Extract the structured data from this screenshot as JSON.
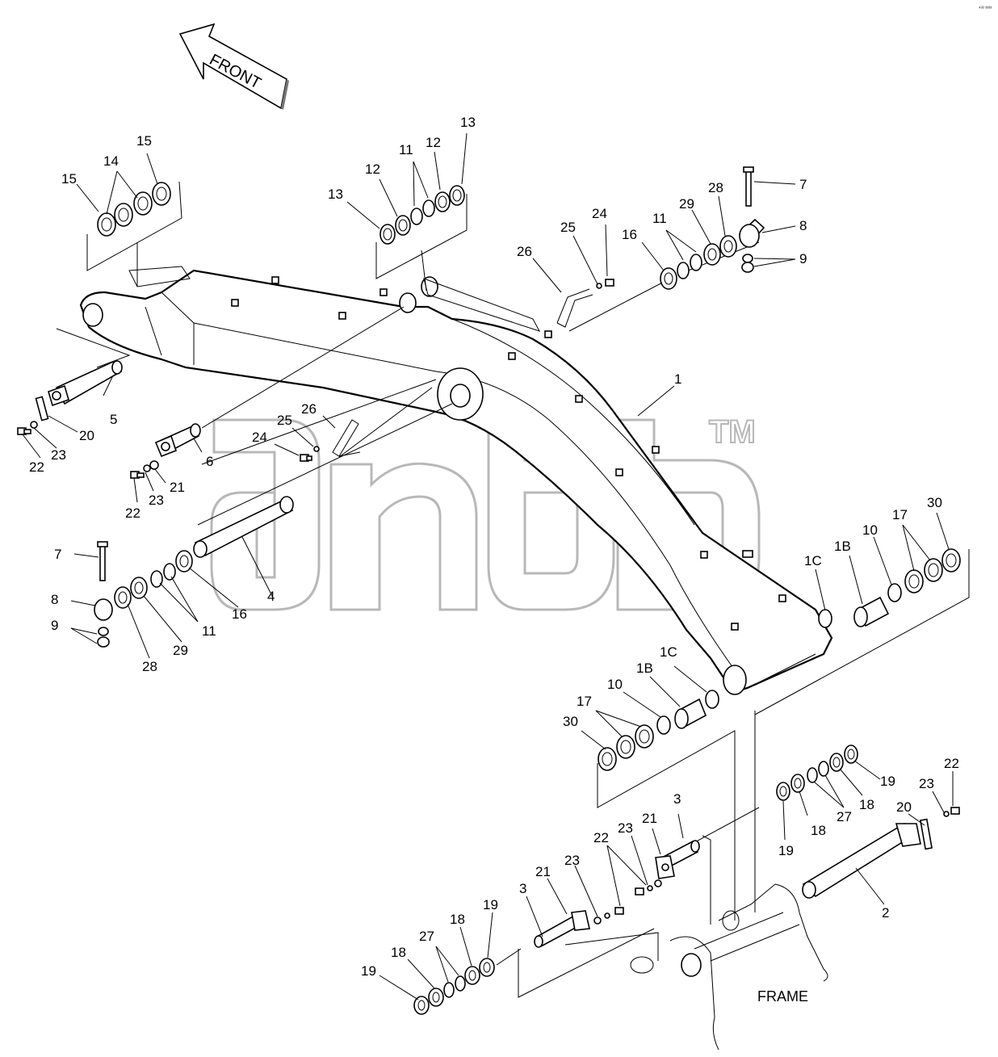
{
  "direction_label": "FRONT",
  "frame_label": "FRAME",
  "corner_code": "⁴³³ ³³³³",
  "watermark": {
    "tm": "TM"
  },
  "callouts": {
    "c1": "1",
    "c1b_a": "1B",
    "c1b_b": "1B",
    "c1c_a": "1C",
    "c1c_b": "1C",
    "c2": "2",
    "c3_a": "3",
    "c3_b": "3",
    "c4": "4",
    "c5": "5",
    "c6": "6",
    "c7_a": "7",
    "c7_b": "7",
    "c8_a": "8",
    "c8_b": "8",
    "c9_a": "9",
    "c9_b": "9",
    "c10_a": "10",
    "c10_b": "10",
    "c11_a": "11",
    "c11_b": "11",
    "c11_c": "11",
    "c12_a": "12",
    "c12_b": "12",
    "c13_a": "13",
    "c13_b": "13",
    "c14": "14",
    "c15_a": "15",
    "c15_b": "15",
    "c16_a": "16",
    "c16_b": "16",
    "c17_a": "17",
    "c17_b": "17",
    "c18_a": "18",
    "c18_b": "18",
    "c18_c": "18",
    "c18_d": "18",
    "c19_a": "19",
    "c19_b": "19",
    "c19_c": "19",
    "c19_d": "19",
    "c20_a": "20",
    "c20_b": "20",
    "c21_a": "21",
    "c21_b": "21",
    "c21_c": "21",
    "c22_a": "22",
    "c22_b": "22",
    "c22_c": "22",
    "c22_d": "22",
    "c23_a": "23",
    "c23_b": "23",
    "c23_c": "23",
    "c23_d": "23",
    "c23_e": "23",
    "c24_a": "24",
    "c24_b": "24",
    "c25_a": "25",
    "c25_b": "25",
    "c26_a": "26",
    "c26_b": "26",
    "c27_a": "27",
    "c27_b": "27",
    "c28_a": "28",
    "c28_b": "28",
    "c29_a": "29",
    "c29_b": "29",
    "c30_a": "30",
    "c30_b": "30"
  }
}
